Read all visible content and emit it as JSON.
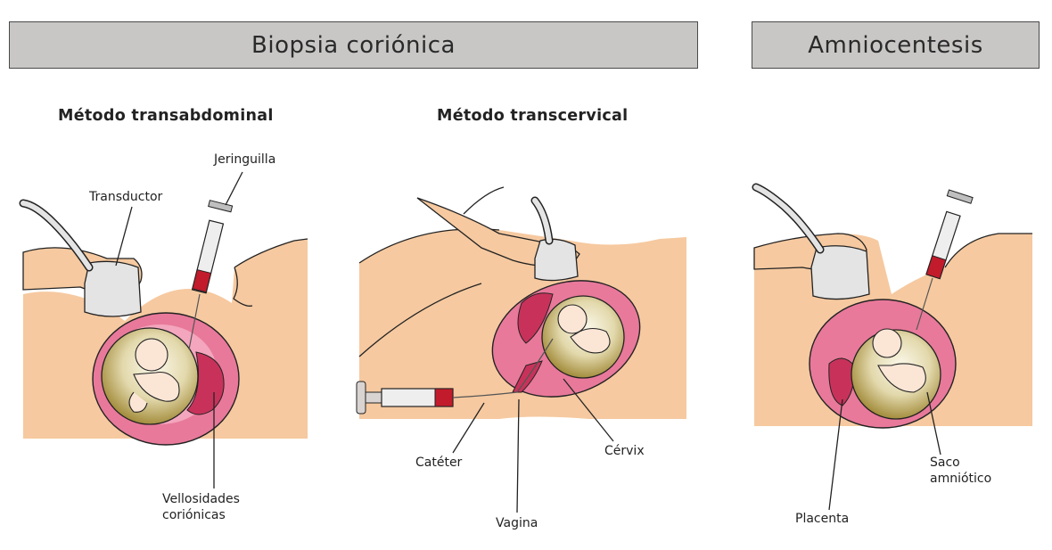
{
  "banners": {
    "biopsy": "Biopsia coriónica",
    "amnio": "Amniocentesis"
  },
  "methods": {
    "transabdominal": "Método transabdominal",
    "transcervical": "Método transcervical"
  },
  "labels": {
    "transductor": "Transductor",
    "jeringuilla": "Jeringuilla",
    "vellosidades_1": "Vellosidades",
    "vellosidades_2": "coriónicas",
    "cateter": "Catéter",
    "vagina": "Vagina",
    "cervix": "Cérvix",
    "placenta": "Placenta",
    "saco_1": "Saco",
    "saco_2": "amniótico"
  },
  "colors": {
    "skin": "#f6c9a0",
    "uterus": "#e8799a",
    "placenta": "#c8325a",
    "sac_outer": "#b6a15a",
    "sac_inner": "#e9e3c8",
    "blood": "#c21b2b",
    "banner": "#c8c7c6"
  }
}
